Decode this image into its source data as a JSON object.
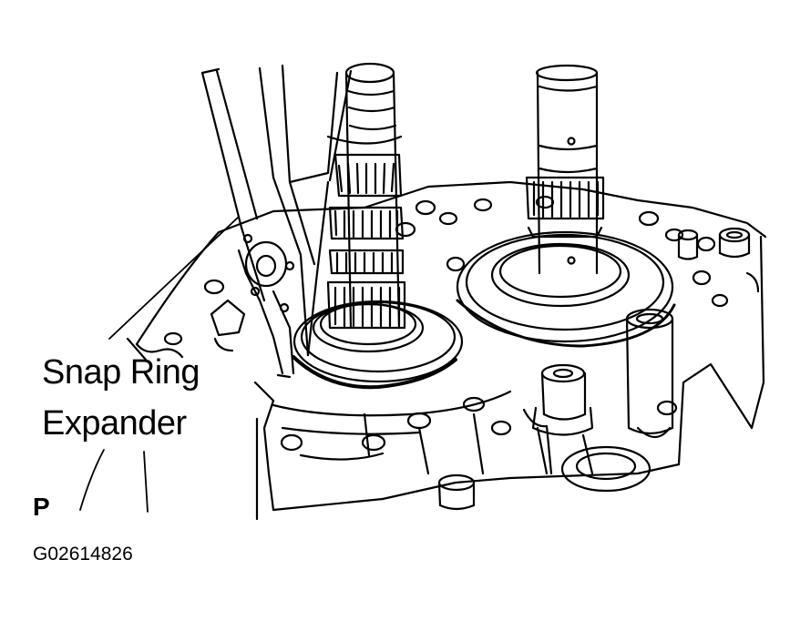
{
  "label": {
    "line1": "Snap Ring",
    "line2": "Expander"
  },
  "view_letter": "P",
  "figure_code": "G02614826",
  "colors": {
    "ink": "#000000",
    "paper": "#ffffff"
  }
}
